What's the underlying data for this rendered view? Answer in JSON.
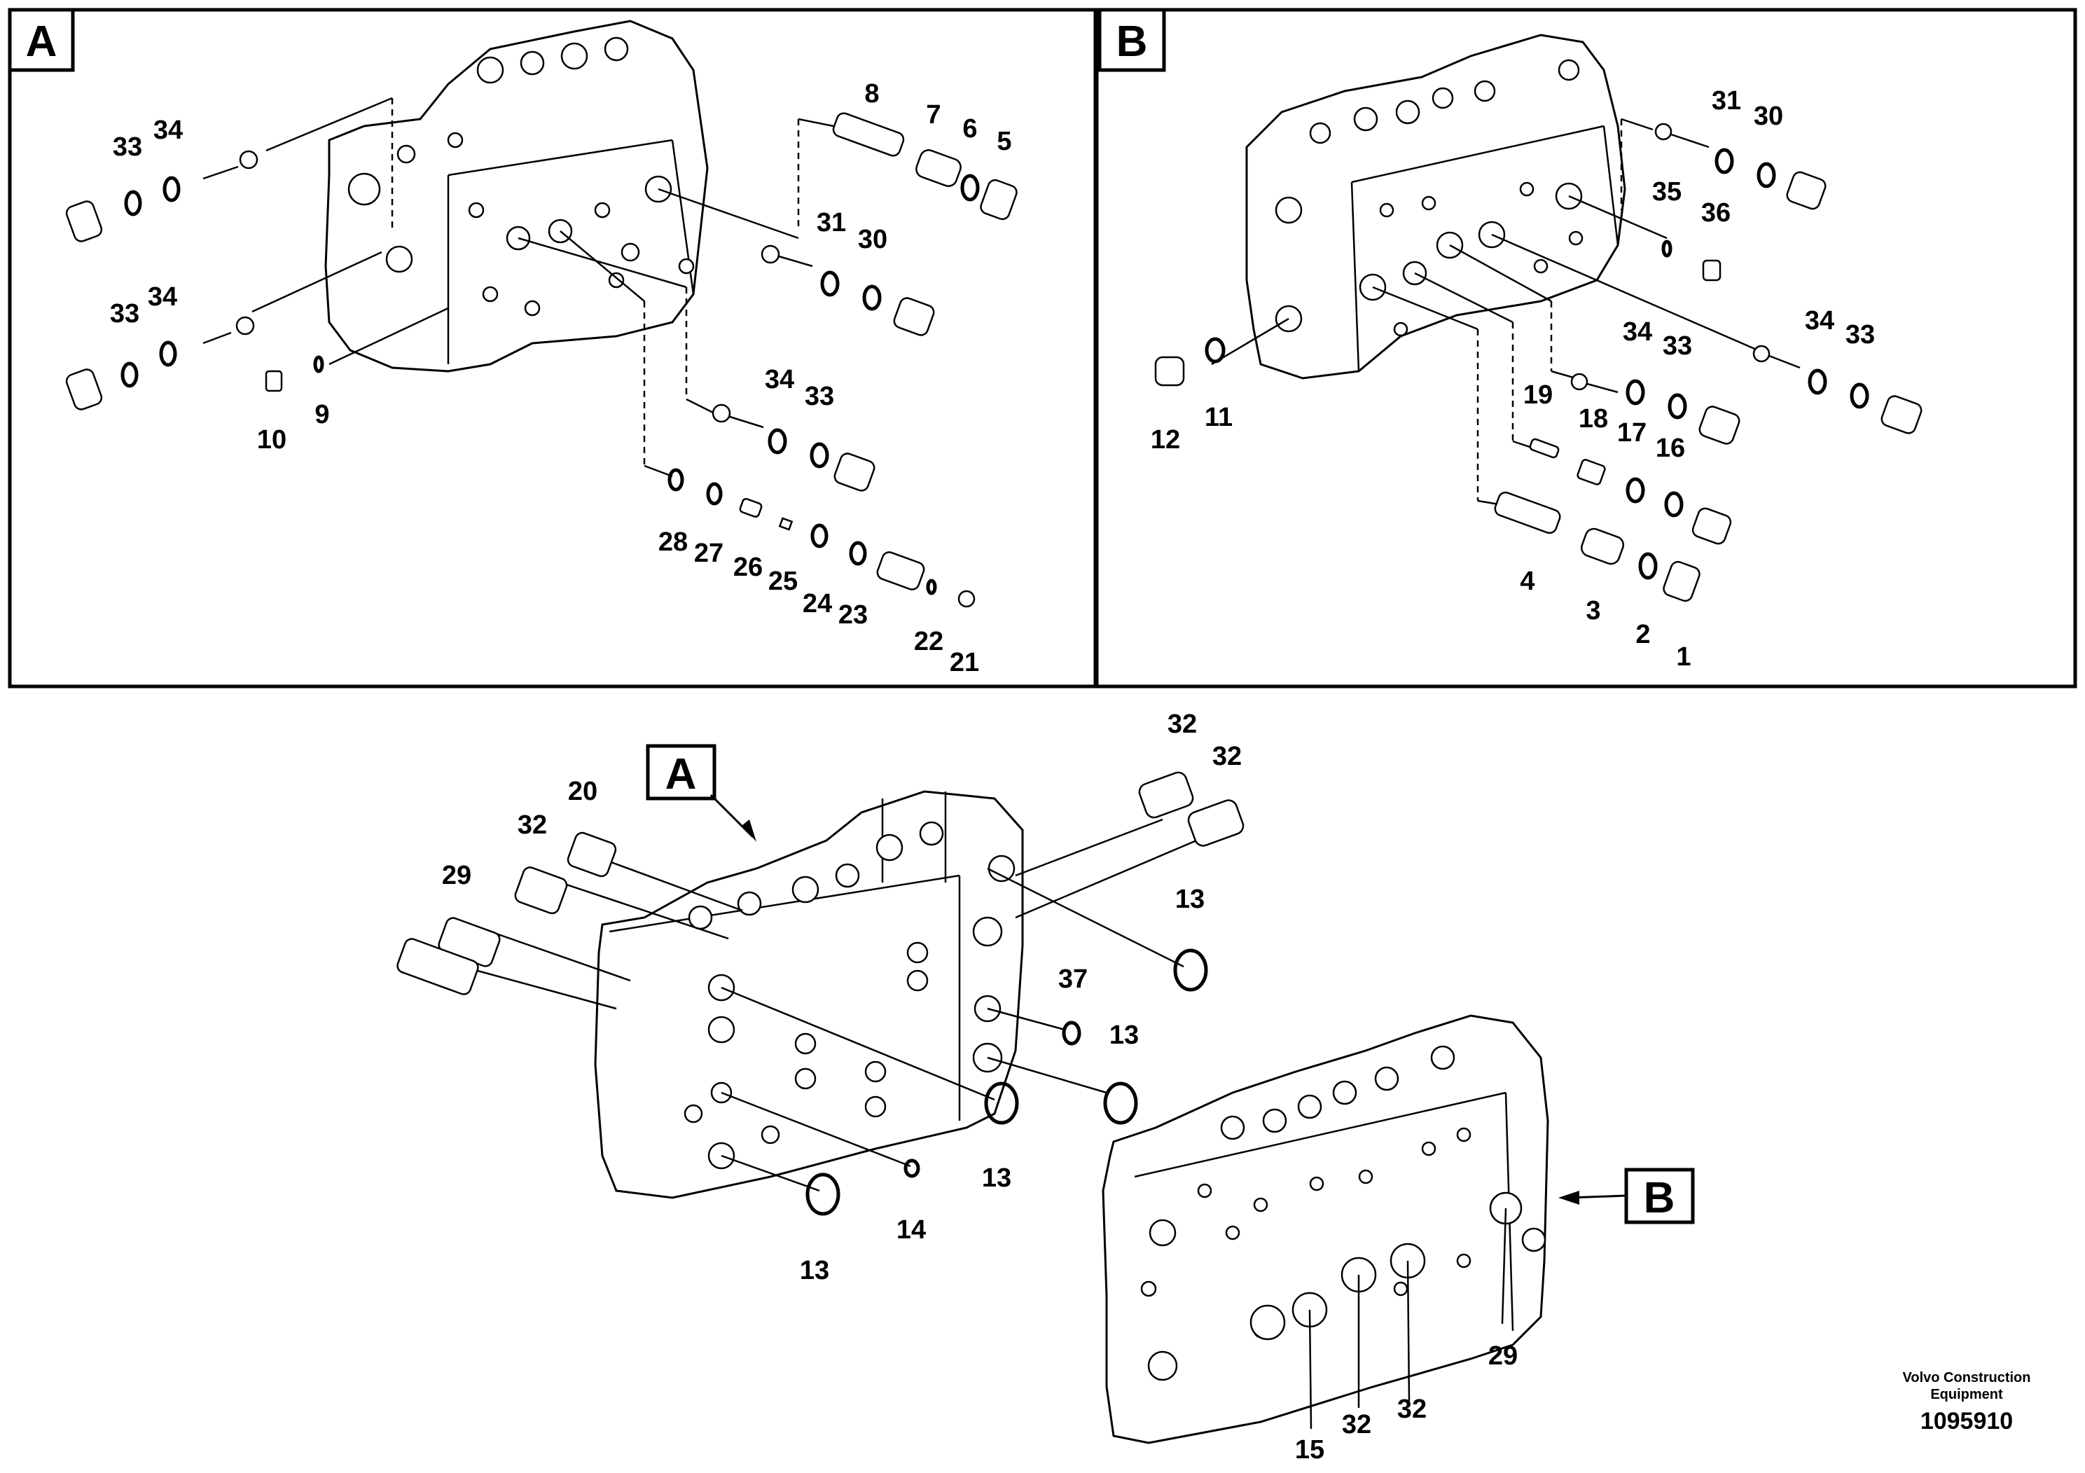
{
  "panels": {
    "a_tag": "A",
    "b_tag": "B"
  },
  "callouts": {
    "a_tag": "A",
    "b_tag": "B"
  },
  "labels": {
    "a": [
      "33",
      "34",
      "33",
      "34",
      "10",
      "9",
      "8",
      "7",
      "6",
      "5",
      "31",
      "30",
      "34",
      "33",
      "28",
      "27",
      "26",
      "25",
      "24",
      "23",
      "22",
      "21"
    ],
    "b": [
      "31",
      "30",
      "35",
      "36",
      "12",
      "11",
      "34",
      "33",
      "34",
      "33",
      "19",
      "18",
      "17",
      "16",
      "4",
      "3",
      "2",
      "1"
    ],
    "main": [
      "32",
      "32",
      "20",
      "32",
      "29",
      "13",
      "37",
      "13",
      "13",
      "14",
      "13",
      "29",
      "15",
      "32",
      "32"
    ]
  },
  "footer": {
    "company_line1": "Volvo Construction",
    "company_line2": "Equipment",
    "doc_number": "1095910"
  }
}
